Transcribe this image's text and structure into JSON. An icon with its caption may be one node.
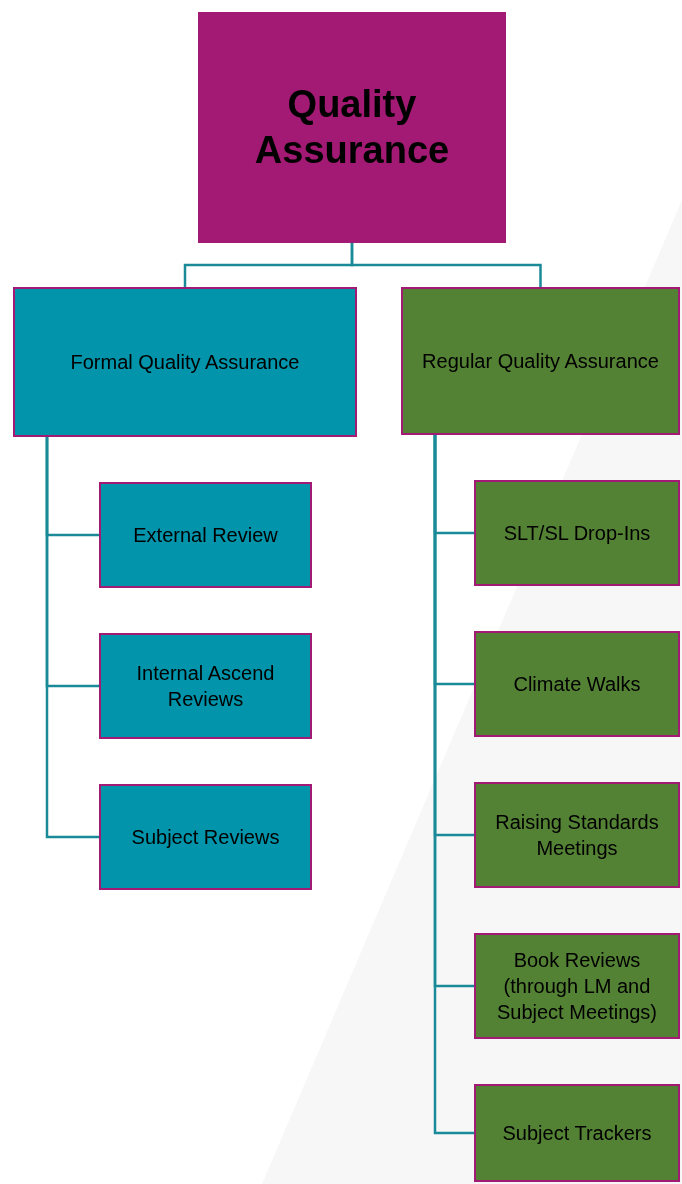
{
  "diagram": {
    "nodes": [
      {
        "text": [
          "Quality Assurance"
        ]
      },
      {
        "text": [
          "Formal Quality Assurance"
        ]
      },
      {
        "text": [
          "Regular Quality Assurance"
        ]
      },
      {
        "text": [
          "External Review"
        ]
      },
      {
        "text": [
          "Internal Ascend Reviews"
        ]
      },
      {
        "text": [
          "Subject Reviews"
        ]
      },
      {
        "text": [
          "SLT/SL Drop-Ins"
        ]
      },
      {
        "text": [
          "Climate Walks"
        ]
      },
      {
        "text": [
          "Raising Standards Meetings"
        ]
      },
      {
        "text": [
          "Book Reviews (through LM and Subject Meetings)"
        ]
      },
      {
        "text": [
          "Subject Trackers"
        ]
      }
    ],
    "edges": [
      {
        "from": 0,
        "to": 1,
        "arrow": "none"
      },
      {
        "from": 0,
        "to": 2,
        "arrow": "none"
      },
      {
        "from": 1,
        "to": 3,
        "arrow": "none"
      },
      {
        "from": 1,
        "to": 4,
        "arrow": "none"
      },
      {
        "from": 1,
        "to": 5,
        "arrow": "none"
      },
      {
        "from": 2,
        "to": 6,
        "arrow": "none"
      },
      {
        "from": 2,
        "to": 7,
        "arrow": "none"
      },
      {
        "from": 2,
        "to": 8,
        "arrow": "none"
      },
      {
        "from": 2,
        "to": 9,
        "arrow": "none"
      },
      {
        "from": 2,
        "to": 10,
        "arrow": "none"
      }
    ]
  }
}
